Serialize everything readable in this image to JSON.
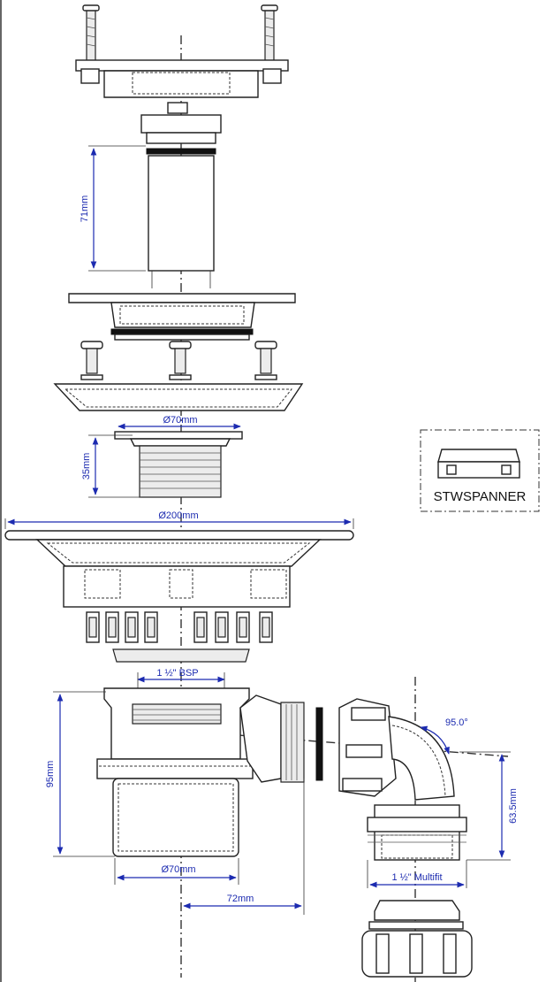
{
  "diagram": {
    "dimensions": {
      "tube_height": "71mm",
      "waste_diameter": "Ø70mm",
      "thread_height": "35mm",
      "flange_diameter": "Ø200mm",
      "bsp_thread": "1 ½\" BSP",
      "trap_height": "95mm",
      "angle": "95.0°",
      "outlet_height": "63.5mm",
      "trap_diameter": "Ø70mm",
      "multifit": "1 ½\" Multifit",
      "outlet_offset": "72mm"
    },
    "accessory_box": {
      "label": "STWSPANNER"
    },
    "colors": {
      "dimension": "#1c2bb0",
      "outline": "#222222",
      "background": "#ffffff"
    }
  }
}
